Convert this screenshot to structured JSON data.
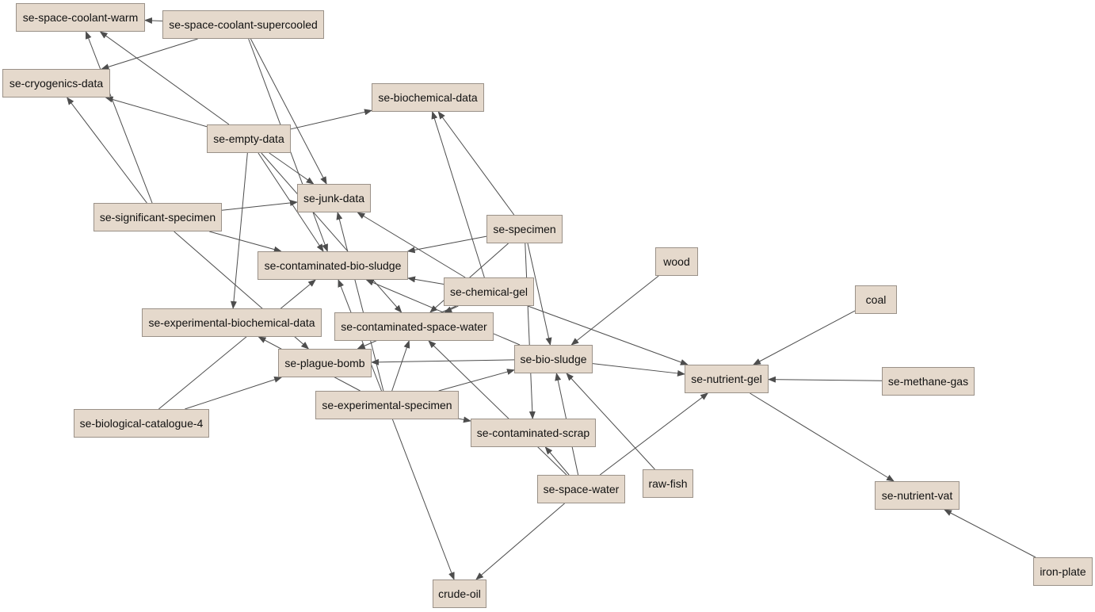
{
  "colors": {
    "node_fill": "#e5d9cc",
    "node_border": "#9a9188",
    "edge": "#4d4d4d"
  },
  "nodes": {
    "coolant_warm": "se-space-coolant-warm",
    "coolant_supercooled": "se-space-coolant-supercooled",
    "cryogenics_data": "se-cryogenics-data",
    "biochemical_data": "se-biochemical-data",
    "empty_data": "se-empty-data",
    "junk_data": "se-junk-data",
    "significant_specimen": "se-significant-specimen",
    "specimen": "se-specimen",
    "wood": "wood",
    "contaminated_bio_sludge": "se-contaminated-bio-sludge",
    "chemical_gel": "se-chemical-gel",
    "coal": "coal",
    "experimental_biochemical_data": "se-experimental-biochemical-data",
    "contaminated_space_water": "se-contaminated-space-water",
    "bio_sludge": "se-bio-sludge",
    "plague_bomb": "se-plague-bomb",
    "nutrient_gel": "se-nutrient-gel",
    "methane_gas": "se-methane-gas",
    "experimental_specimen": "se-experimental-specimen",
    "biological_catalogue_4": "se-biological-catalogue-4",
    "contaminated_scrap": "se-contaminated-scrap",
    "space_water": "se-space-water",
    "raw_fish": "raw-fish",
    "nutrient_vat": "se-nutrient-vat",
    "iron_plate": "iron-plate",
    "crude_oil": "crude-oil"
  },
  "edges": [
    [
      "coolant_supercooled",
      "coolant_warm"
    ],
    [
      "coolant_supercooled",
      "cryogenics_data"
    ],
    [
      "coolant_supercooled",
      "junk_data"
    ],
    [
      "coolant_supercooled",
      "contaminated_bio_sludge"
    ],
    [
      "empty_data",
      "coolant_warm"
    ],
    [
      "empty_data",
      "cryogenics_data"
    ],
    [
      "empty_data",
      "biochemical_data"
    ],
    [
      "empty_data",
      "junk_data"
    ],
    [
      "empty_data",
      "contaminated_bio_sludge"
    ],
    [
      "empty_data",
      "experimental_biochemical_data"
    ],
    [
      "empty_data",
      "contaminated_space_water"
    ],
    [
      "significant_specimen",
      "coolant_warm"
    ],
    [
      "significant_specimen",
      "cryogenics_data"
    ],
    [
      "significant_specimen",
      "junk_data"
    ],
    [
      "significant_specimen",
      "contaminated_bio_sludge"
    ],
    [
      "significant_specimen",
      "plague_bomb"
    ],
    [
      "specimen",
      "biochemical_data"
    ],
    [
      "specimen",
      "contaminated_bio_sludge"
    ],
    [
      "specimen",
      "contaminated_space_water"
    ],
    [
      "specimen",
      "bio_sludge"
    ],
    [
      "specimen",
      "contaminated_scrap"
    ],
    [
      "chemical_gel",
      "biochemical_data"
    ],
    [
      "chemical_gel",
      "junk_data"
    ],
    [
      "chemical_gel",
      "contaminated_bio_sludge"
    ],
    [
      "chemical_gel",
      "contaminated_space_water"
    ],
    [
      "chemical_gel",
      "plague_bomb"
    ],
    [
      "chemical_gel",
      "nutrient_gel"
    ],
    [
      "bio_sludge",
      "contaminated_bio_sludge"
    ],
    [
      "bio_sludge",
      "plague_bomb"
    ],
    [
      "bio_sludge",
      "nutrient_gel"
    ],
    [
      "wood",
      "bio_sludge"
    ],
    [
      "coal",
      "nutrient_gel"
    ],
    [
      "methane_gas",
      "nutrient_gel"
    ],
    [
      "nutrient_gel",
      "nutrient_vat"
    ],
    [
      "iron_plate",
      "nutrient_vat"
    ],
    [
      "experimental_specimen",
      "experimental_biochemical_data"
    ],
    [
      "experimental_specimen",
      "contaminated_space_water"
    ],
    [
      "experimental_specimen",
      "bio_sludge"
    ],
    [
      "experimental_specimen",
      "contaminated_scrap"
    ],
    [
      "experimental_specimen",
      "crude_oil"
    ],
    [
      "experimental_specimen",
      "contaminated_bio_sludge"
    ],
    [
      "experimental_specimen",
      "junk_data"
    ],
    [
      "biological_catalogue_4",
      "plague_bomb"
    ],
    [
      "biological_catalogue_4",
      "contaminated_bio_sludge"
    ],
    [
      "space_water",
      "contaminated_scrap"
    ],
    [
      "space_water",
      "contaminated_space_water"
    ],
    [
      "space_water",
      "nutrient_gel"
    ],
    [
      "space_water",
      "bio_sludge"
    ],
    [
      "space_water",
      "crude_oil"
    ],
    [
      "raw_fish",
      "bio_sludge"
    ]
  ]
}
